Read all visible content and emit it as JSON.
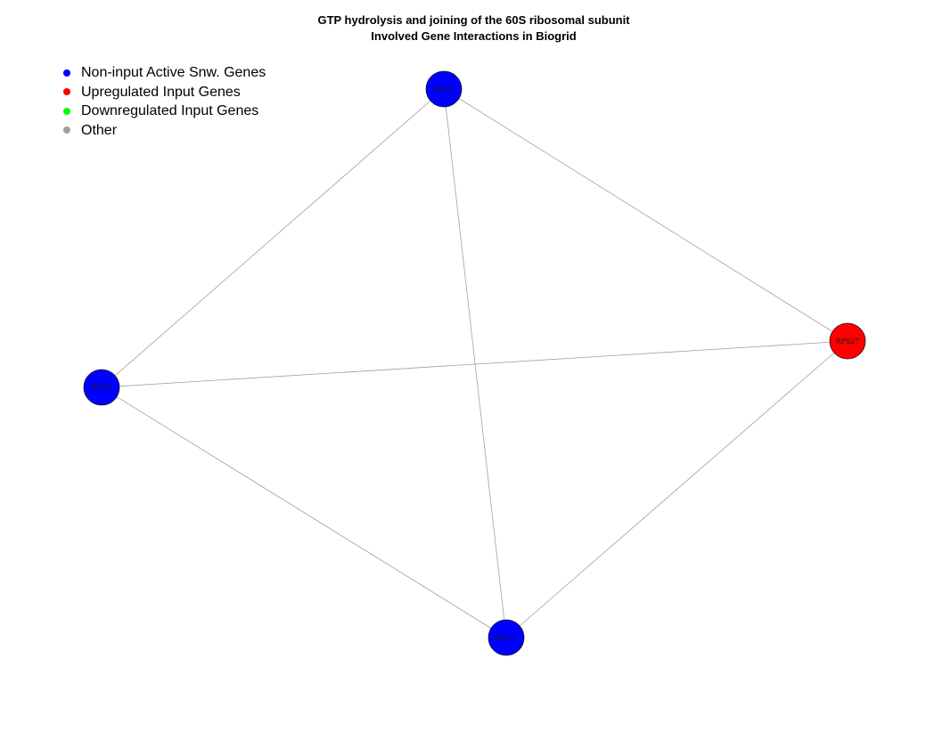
{
  "title": {
    "line1": "GTP hydrolysis and joining of the 60S ribosomal subunit",
    "line2": "Involved Gene Interactions in Biogrid"
  },
  "legend": [
    {
      "label": "Non-input Active Snw. Genes",
      "color": "#0000ff"
    },
    {
      "label": "Upregulated Input Genes",
      "color": "#ff0000"
    },
    {
      "label": "Downregulated Input Genes",
      "color": "#00ff00"
    },
    {
      "label": "Other",
      "color": "#a0a0a0"
    }
  ],
  "graph": {
    "nodes": [
      {
        "id": "RPL4",
        "label": "RPL4",
        "group": "Non-input Active Snw. Genes",
        "color": "#0000ff"
      },
      {
        "id": "RPS27",
        "label": "RPS27",
        "group": "Upregulated Input Genes",
        "color": "#ff0000"
      },
      {
        "id": "RPS8",
        "label": "RPS8",
        "group": "Non-input Active Snw. Genes",
        "color": "#0000ff"
      },
      {
        "id": "RPL11",
        "label": "RPL11",
        "group": "Non-input Active Snw. Genes",
        "color": "#0000ff"
      }
    ],
    "edges": [
      {
        "source": "RPL4",
        "target": "RPS8"
      },
      {
        "source": "RPL4",
        "target": "RPS27"
      },
      {
        "source": "RPL4",
        "target": "RPL11"
      },
      {
        "source": "RPS8",
        "target": "RPS27"
      },
      {
        "source": "RPS8",
        "target": "RPL11"
      },
      {
        "source": "RPS27",
        "target": "RPL11"
      }
    ],
    "edge_color": "#a0a0a0"
  }
}
